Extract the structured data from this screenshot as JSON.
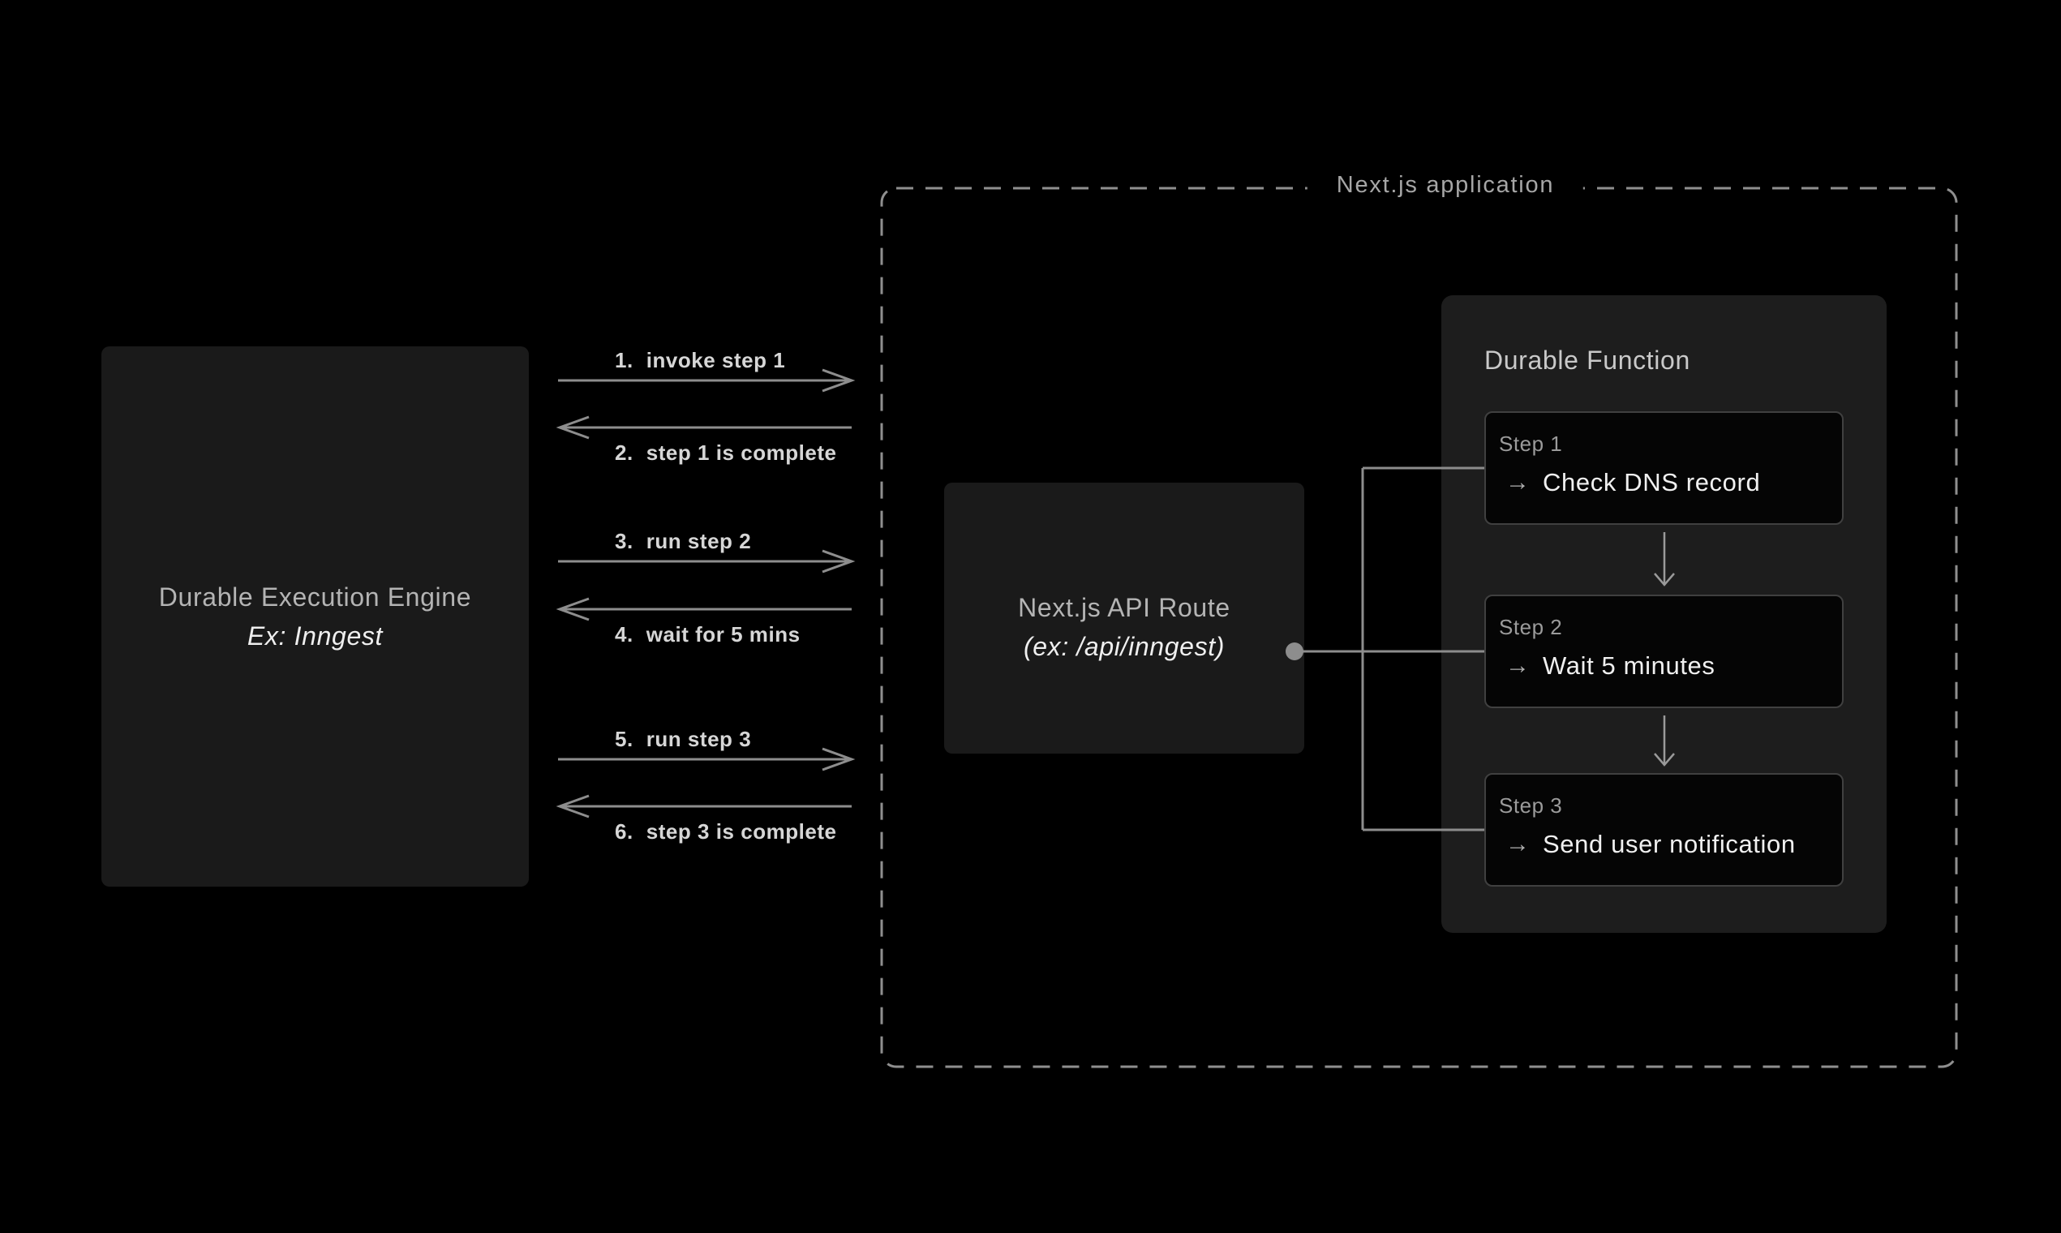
{
  "colors": {
    "background": "#000000",
    "box_fill": "#1a1a1a",
    "panel_fill": "#1d1d1d",
    "card_fill": "#050505",
    "card_border": "#404040",
    "connector_line": "#8d8d8d",
    "title_text": "#b4b4b4",
    "bright_text": "#efefef",
    "step_label_text": "#9b9b9b",
    "message_text": "#d6d6d6",
    "container_label_text": "#a6a6a6"
  },
  "engine_box": {
    "title": "Durable Execution Engine",
    "subtitle": "Ex: Inngest"
  },
  "messages": [
    {
      "num": "1.",
      "text": "invoke step 1",
      "direction": "right"
    },
    {
      "num": "2.",
      "text": "step 1 is complete",
      "direction": "left"
    },
    {
      "num": "3.",
      "text": "run step 2",
      "direction": "right"
    },
    {
      "num": "4.",
      "text": "wait for 5 mins",
      "direction": "left"
    },
    {
      "num": "5.",
      "text": "run step 3",
      "direction": "right"
    },
    {
      "num": "6.",
      "text": "step 3 is complete",
      "direction": "left"
    }
  ],
  "nextjs_app": {
    "label": "Next.js application"
  },
  "api_route_box": {
    "title": "Next.js API Route",
    "subtitle": "(ex: /api/inngest)"
  },
  "durable_function": {
    "title": "Durable Function",
    "steps": [
      {
        "label": "Step 1",
        "arrow": "→",
        "action": "Check DNS record"
      },
      {
        "label": "Step 2",
        "arrow": "→",
        "action": "Wait 5 minutes"
      },
      {
        "label": "Step 3",
        "arrow": "→",
        "action": "Send user notification"
      }
    ]
  }
}
